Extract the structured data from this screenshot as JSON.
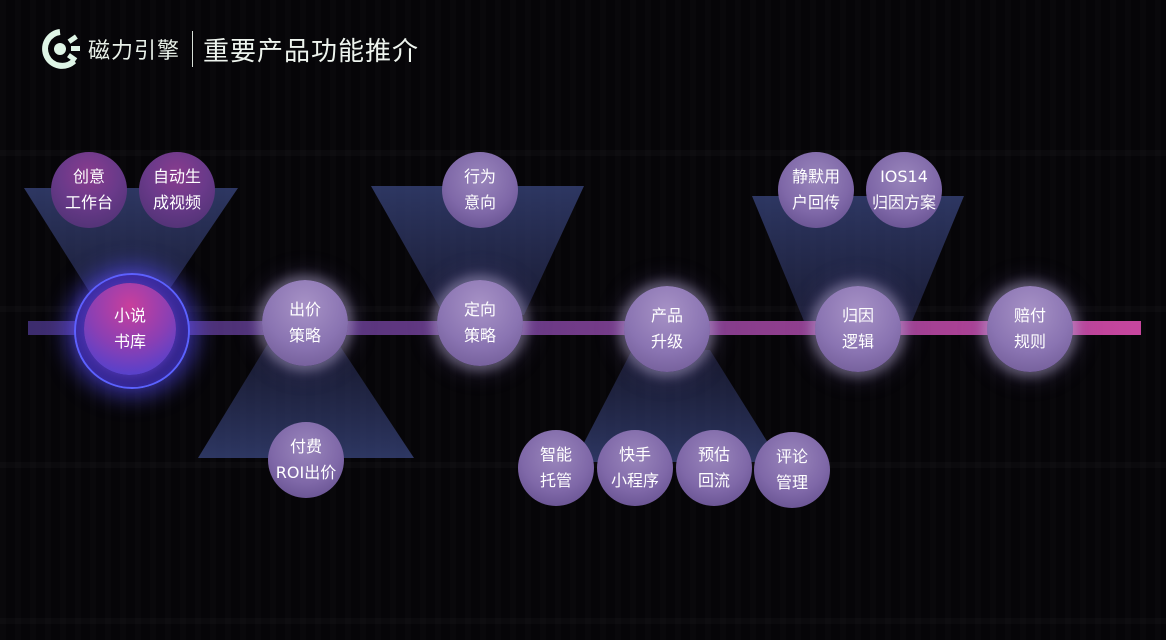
{
  "header": {
    "brand_name": "磁力引擎",
    "page_title": "重要产品功能推介",
    "logo_icon": "magnet-engine-logo-icon"
  },
  "colors": {
    "background": "#060508",
    "timeline_start": "#3c2c6e",
    "timeline_end": "#c7469e",
    "main_node_glow": "#5a63ff",
    "bubble_magenta": "#8a3c8e",
    "bubble_lavender": "#8a74b2"
  },
  "timeline": {
    "main": {
      "label": "小说\n书库"
    },
    "stages": [
      {
        "key": "bid",
        "label": "出价\n策略"
      },
      {
        "key": "targeting",
        "label": "定向\n策略"
      },
      {
        "key": "upgrade",
        "label": "产品\n升级"
      },
      {
        "key": "attribution",
        "label": "归因\n逻辑"
      },
      {
        "key": "compensation",
        "label": "赔付\n规则"
      }
    ],
    "features": [
      {
        "key": "creative-workbench",
        "label": "创意\n工作台"
      },
      {
        "key": "auto-video",
        "label": "自动生\n成视频"
      },
      {
        "key": "behavior-intent",
        "label": "行为\n意向"
      },
      {
        "key": "silent-user-return",
        "label": "静默用\n户回传"
      },
      {
        "key": "ios14-attribution",
        "label": "IOS14\n归因方案"
      },
      {
        "key": "paid-roi-bid",
        "label": "付费\nROI出价"
      },
      {
        "key": "smart-hosting",
        "label": "智能\n托管"
      },
      {
        "key": "kuaishou-miniapp",
        "label": "快手\n小程序"
      },
      {
        "key": "estimated-backflow",
        "label": "预估\n回流"
      },
      {
        "key": "comment-management",
        "label": "评论\n管理"
      }
    ]
  }
}
